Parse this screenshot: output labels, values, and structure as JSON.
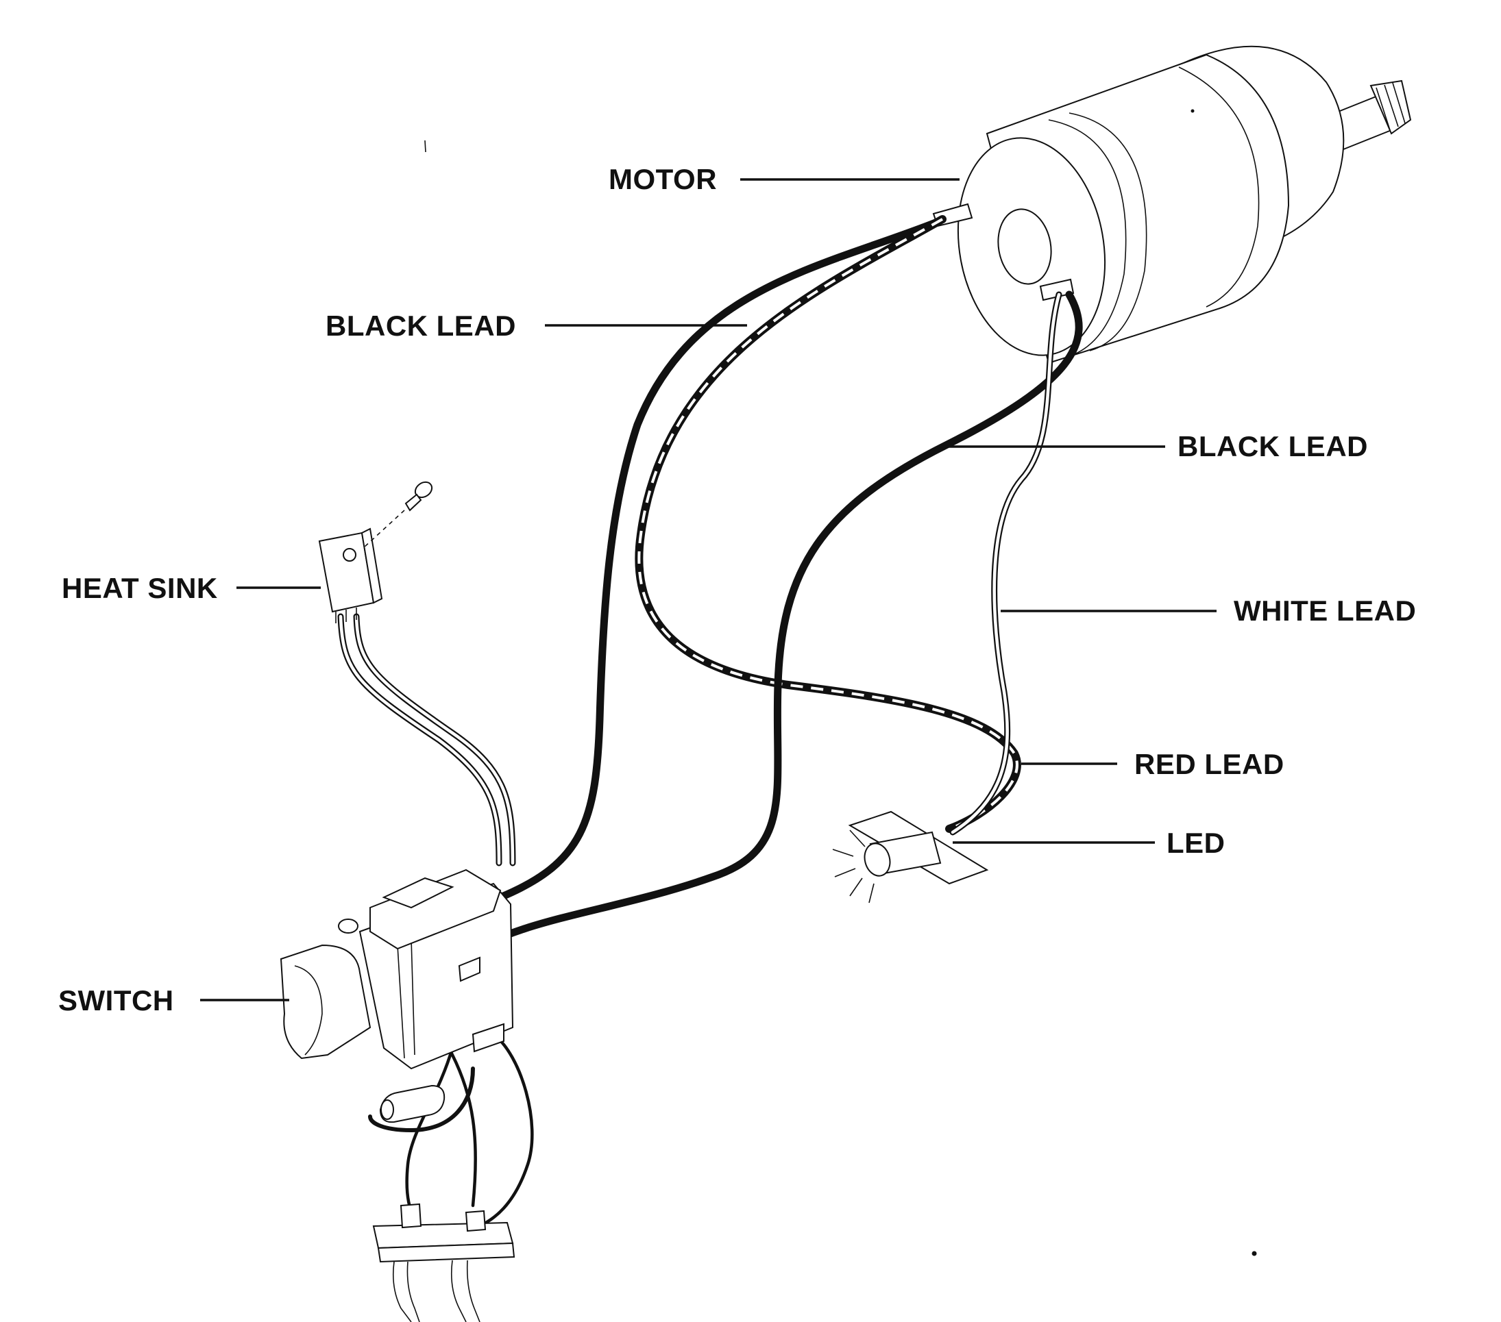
{
  "labels": {
    "motor": "MOTOR",
    "black_lead_upper": "BLACK LEAD",
    "black_lead_right": "BLACK LEAD",
    "heat_sink": "HEAT SINK",
    "white_lead": "WHITE LEAD",
    "red_lead": "RED LEAD",
    "led": "LED",
    "switch": "SWITCH"
  },
  "colors": {
    "ink": "#111111",
    "paper": "#ffffff"
  }
}
